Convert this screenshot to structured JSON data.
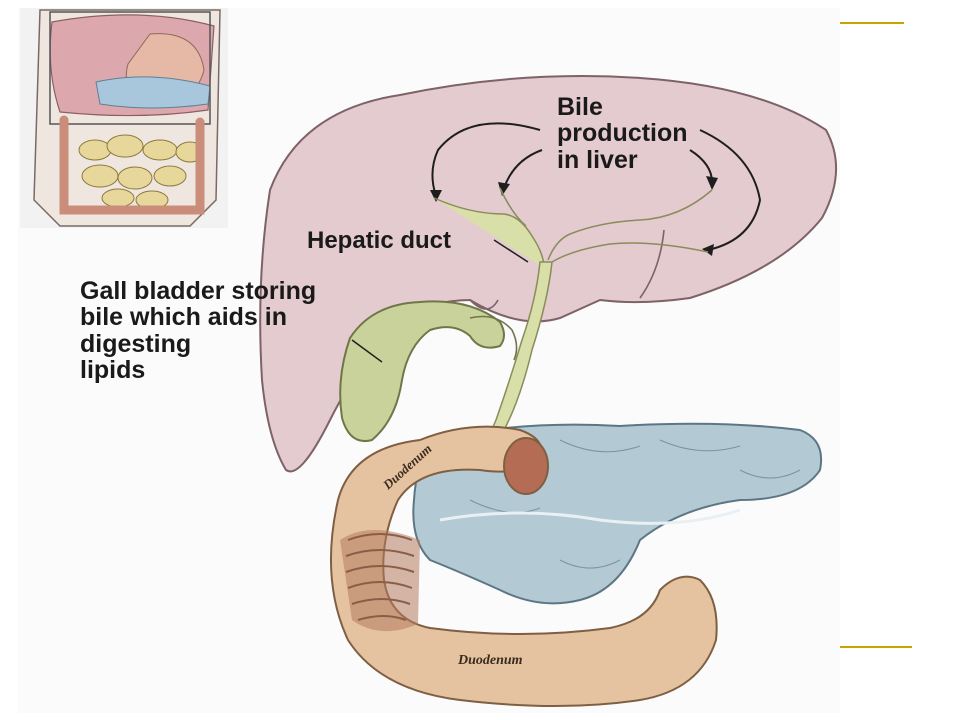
{
  "labels": {
    "bile_production": [
      "Bile",
      "production",
      "in liver"
    ],
    "hepatic_duct": "Hepatic duct",
    "gall_bladder": [
      "Gall bladder storing",
      "bile which aids in",
      "digesting",
      "lipids"
    ]
  },
  "organ_labels": {
    "duodenum_upper": "Duodenum",
    "duodenum_lower": "Duodenum"
  },
  "colors": {
    "liver": "#e4cbd0",
    "bile_duct": "#d9dfa8",
    "gall_bladder": "#c8d29a",
    "duodenum": "#e6c3a0",
    "pancreas": "#b3c9d3",
    "slide_accent": "#c9a400"
  }
}
